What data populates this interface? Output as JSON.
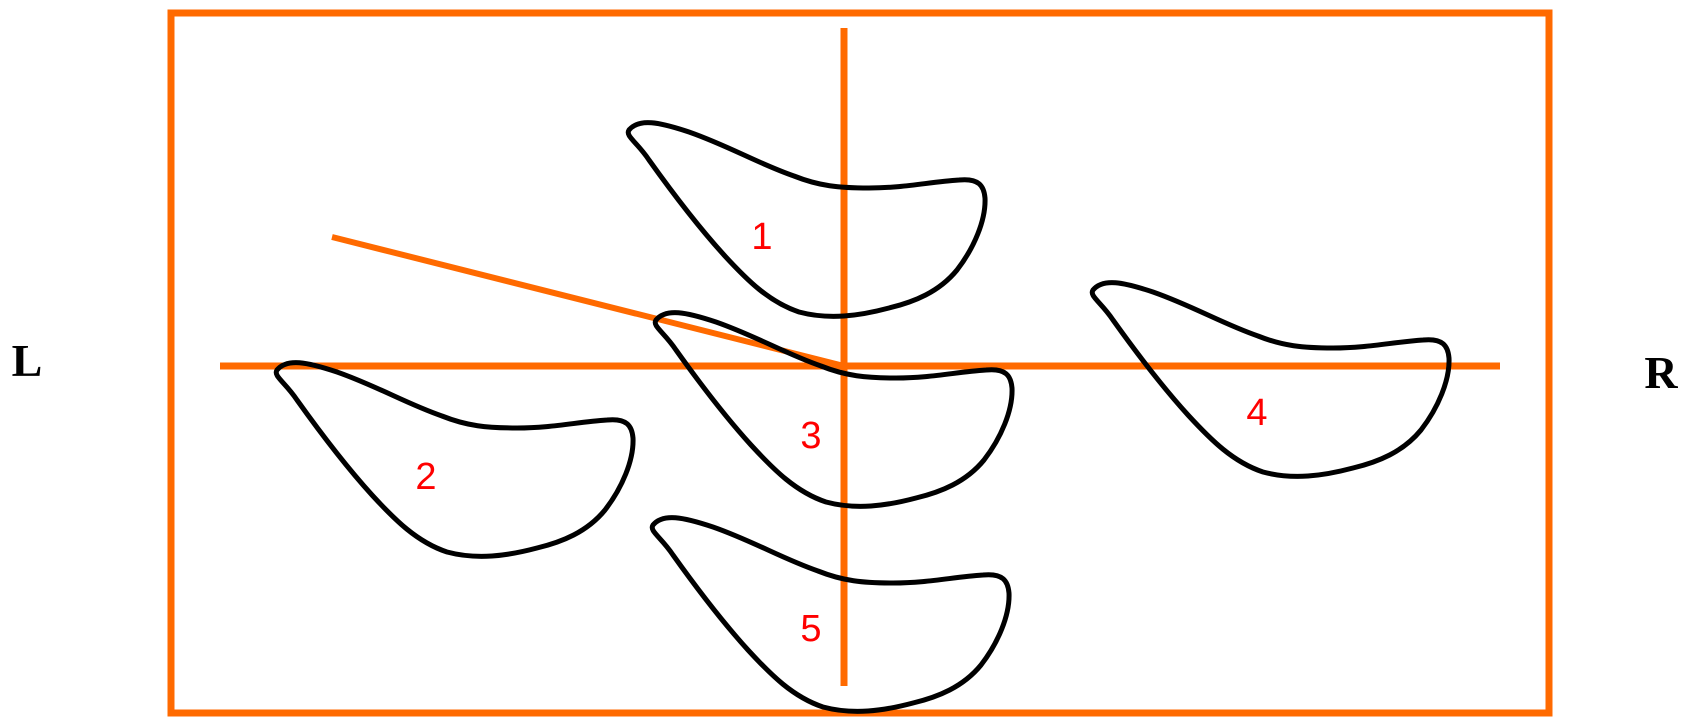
{
  "labels": {
    "left": "L",
    "right": "R"
  },
  "shapes": [
    {
      "id": "1",
      "label": "1"
    },
    {
      "id": "2",
      "label": "2"
    },
    {
      "id": "3",
      "label": "3"
    },
    {
      "id": "4",
      "label": "4"
    },
    {
      "id": "5",
      "label": "5"
    }
  ],
  "colors": {
    "frame": "#ff6a00",
    "axis": "#ff6a00",
    "outline": "#000000",
    "number": "#ff0000",
    "side_label": "#000000"
  }
}
